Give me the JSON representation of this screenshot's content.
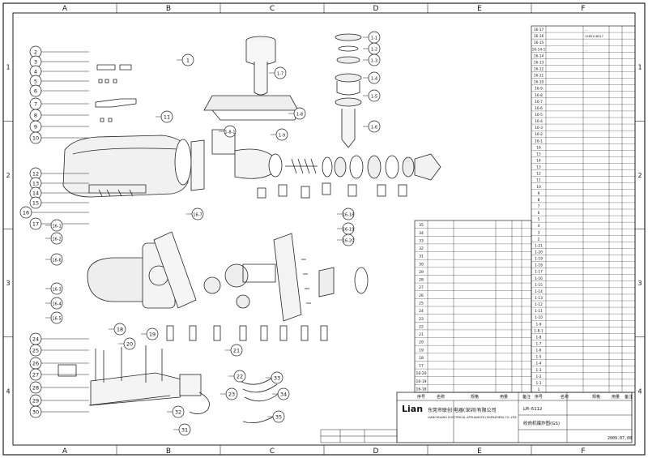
{
  "frame": {
    "cols_top": [
      "A",
      "B",
      "C",
      "D",
      "E",
      "F"
    ],
    "rows_side": [
      "1",
      "2",
      "3",
      "4"
    ]
  },
  "callouts": {
    "left": [
      "2",
      "3",
      "4",
      "5",
      "6",
      "7",
      "8",
      "9",
      "10",
      "12",
      "13",
      "14",
      "15",
      "16",
      "17",
      "24",
      "25",
      "26",
      "27",
      "28",
      "29",
      "30"
    ],
    "main": [
      "1",
      "1-1",
      "1-2",
      "1-3",
      "1-4",
      "1-5",
      "1-6",
      "1-7",
      "1-8",
      "1-8-1",
      "1-9",
      "11",
      "16-1",
      "16-2",
      "16-3",
      "16-4",
      "16-5",
      "16-6",
      "16-7",
      "16-18",
      "16-19",
      "16-20",
      "18",
      "19",
      "20",
      "21",
      "22",
      "23",
      "31",
      "32",
      "33",
      "34",
      "35"
    ]
  },
  "bom_right": [
    [
      "16-17",
      "..."
    ],
    [
      "16-16",
      "1285118317"
    ],
    [
      "16-15",
      "..."
    ],
    [
      "16-14-1",
      "..."
    ],
    [
      "16-14",
      ""
    ],
    [
      "16-13",
      ""
    ],
    [
      "16-12",
      ""
    ],
    [
      "16-11",
      ""
    ],
    [
      "16-10",
      ""
    ],
    [
      "16-9",
      ""
    ],
    [
      "16-8",
      ""
    ],
    [
      "16-7",
      ""
    ],
    [
      "16-6",
      ""
    ],
    [
      "16-5",
      ""
    ],
    [
      "16-4",
      ""
    ],
    [
      "16-3",
      ""
    ],
    [
      "16-2",
      ""
    ],
    [
      "16-1",
      ""
    ],
    [
      "16",
      ""
    ],
    [
      "15",
      ""
    ],
    [
      "14",
      ""
    ],
    [
      "13",
      ""
    ],
    [
      "12",
      ""
    ],
    [
      "11",
      ""
    ],
    [
      "10",
      ""
    ],
    [
      "9",
      ""
    ],
    [
      "8",
      ""
    ],
    [
      "7",
      ""
    ],
    [
      "6",
      ""
    ],
    [
      "5",
      ""
    ],
    [
      "4",
      ""
    ],
    [
      "3",
      ""
    ],
    [
      "2",
      ""
    ],
    [
      "1-21",
      ""
    ],
    [
      "1-20",
      ""
    ],
    [
      "1-19",
      ""
    ],
    [
      "1-18",
      ""
    ],
    [
      "1-17",
      ""
    ],
    [
      "1-16",
      ""
    ],
    [
      "1-15",
      ""
    ],
    [
      "1-14",
      ""
    ],
    [
      "1-13",
      ""
    ],
    [
      "1-12",
      ""
    ],
    [
      "1-11",
      ""
    ],
    [
      "1-10",
      ""
    ],
    [
      "1-9",
      ""
    ],
    [
      "1-8-1",
      ""
    ],
    [
      "1-8",
      ""
    ],
    [
      "1-7",
      ""
    ],
    [
      "1-6",
      ""
    ],
    [
      "1-5",
      ""
    ],
    [
      "1-4",
      ""
    ],
    [
      "1-3",
      ""
    ],
    [
      "1-2",
      ""
    ],
    [
      "1-1",
      ""
    ],
    [
      "1",
      ""
    ]
  ],
  "bom_left": [
    "35",
    "34",
    "33",
    "32",
    "31",
    "30",
    "29",
    "28",
    "27",
    "26",
    "25",
    "24",
    "23",
    "22",
    "21",
    "20",
    "19",
    "18",
    "17",
    "16-20",
    "16-19",
    "16-18"
  ],
  "bom_headers": [
    "序号",
    "名称",
    "规格",
    "用量",
    "备注"
  ],
  "title_block": {
    "logo": "Lian",
    "company_cn": "东莞市联创 电器(深圳)有限公司",
    "company_en": "LIANCHUANG ELECTRICAL APPLIANCES (SHENZHEN) CO.,LTD.",
    "model": "LM-6112",
    "drawing_name": "绞肉机爆炸图(GS)",
    "date": "2009.07.08"
  },
  "colors": {
    "line": "#222222",
    "paper": "#ffffff"
  }
}
